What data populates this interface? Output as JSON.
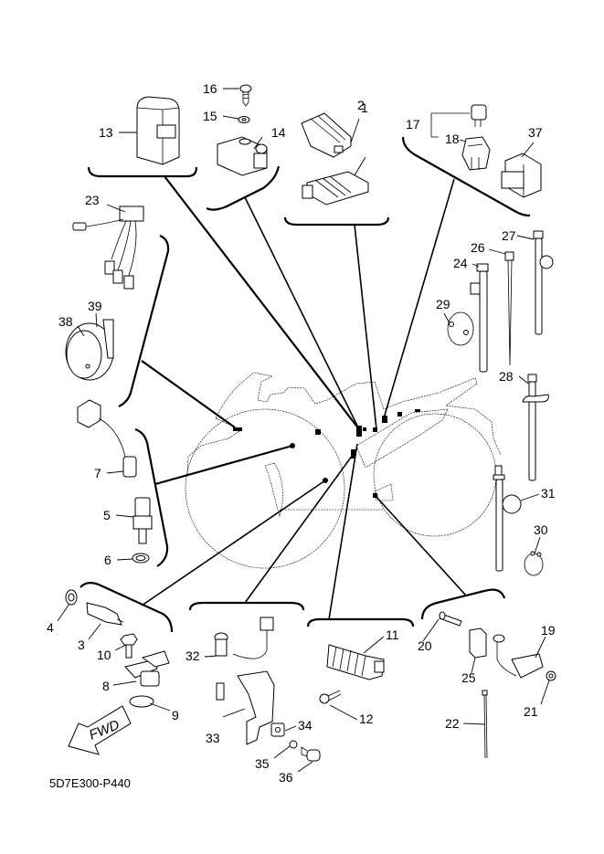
{
  "diagram": {
    "title": "Electrical parts exploded view",
    "code": "5D7E300-P440",
    "fwd_label": "FWD",
    "callouts": [
      {
        "id": "c1",
        "label": "1",
        "part": "ECU-style control unit"
      },
      {
        "id": "c2",
        "label": "2",
        "part": "control unit"
      },
      {
        "id": "c3",
        "label": "3",
        "part": "sensor"
      },
      {
        "id": "c4",
        "label": "4",
        "part": "gasket"
      },
      {
        "id": "c5",
        "label": "5",
        "part": "temperature sensor"
      },
      {
        "id": "c6",
        "label": "6",
        "part": "gasket"
      },
      {
        "id": "c7",
        "label": "7",
        "part": "switch"
      },
      {
        "id": "c8",
        "label": "8",
        "part": "crank sensor"
      },
      {
        "id": "c9",
        "label": "9",
        "part": "o-ring"
      },
      {
        "id": "c10",
        "label": "10",
        "part": "bolt"
      },
      {
        "id": "c11",
        "label": "11",
        "part": "rectifier regulator"
      },
      {
        "id": "c12",
        "label": "12",
        "part": "bolt"
      },
      {
        "id": "c13",
        "label": "13",
        "part": "cover"
      },
      {
        "id": "c14",
        "label": "14",
        "part": "relay"
      },
      {
        "id": "c15",
        "label": "15",
        "part": "washer"
      },
      {
        "id": "c16",
        "label": "16",
        "part": "screw"
      },
      {
        "id": "c17",
        "label": "17",
        "part": "relay assembly"
      },
      {
        "id": "c18",
        "label": "18",
        "part": "relay holder"
      },
      {
        "id": "c19",
        "label": "19",
        "part": "sensor"
      },
      {
        "id": "c20",
        "label": "20",
        "part": "bolt"
      },
      {
        "id": "c21",
        "label": "21",
        "part": "nut"
      },
      {
        "id": "c22",
        "label": "22",
        "part": "cable tie"
      },
      {
        "id": "c23",
        "label": "23",
        "part": "lead wire"
      },
      {
        "id": "c24",
        "label": "24",
        "part": "band"
      },
      {
        "id": "c25",
        "label": "25",
        "part": "damper"
      },
      {
        "id": "c26",
        "label": "26",
        "part": "band"
      },
      {
        "id": "c27",
        "label": "27",
        "part": "band"
      },
      {
        "id": "c28",
        "label": "28",
        "part": "band"
      },
      {
        "id": "c29",
        "label": "29",
        "part": "clamp"
      },
      {
        "id": "c30",
        "label": "30",
        "part": "clamp"
      },
      {
        "id": "c31",
        "label": "31",
        "part": "band"
      },
      {
        "id": "c32",
        "label": "32",
        "part": "switch"
      },
      {
        "id": "c33",
        "label": "33",
        "part": "stay"
      },
      {
        "id": "c34",
        "label": "34",
        "part": "damper"
      },
      {
        "id": "c35",
        "label": "35",
        "part": "collar"
      },
      {
        "id": "c36",
        "label": "36",
        "part": "bolt"
      },
      {
        "id": "c37",
        "label": "37",
        "part": "relay"
      },
      {
        "id": "c38",
        "label": "38",
        "part": "horn"
      },
      {
        "id": "c39",
        "label": "39",
        "part": "bolt"
      }
    ]
  }
}
